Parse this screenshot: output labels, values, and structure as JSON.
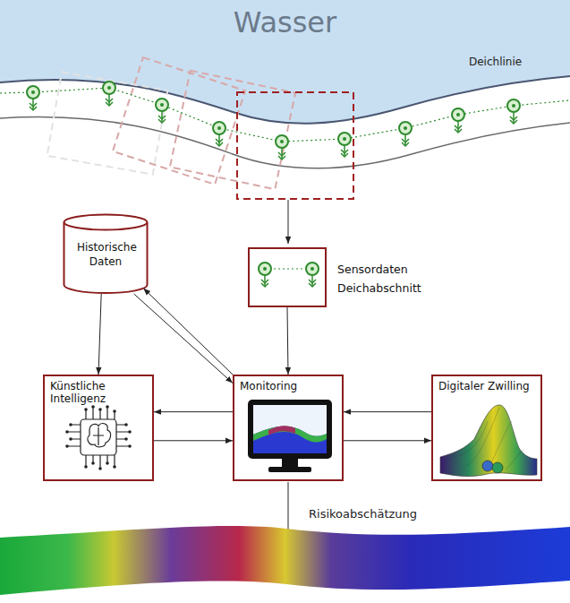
{
  "diagram": {
    "nodes": [
      {
        "text": [
          "Historische Daten"
        ]
      },
      {
        "text": [
          "Sensordaten Deichabschnitt"
        ]
      },
      {
        "text": [
          "Künstliche Intelligenz"
        ]
      },
      {
        "text": [
          "Monitoring"
        ]
      },
      {
        "text": [
          "Digitaler Zwilling"
        ]
      }
    ],
    "edges": [
      {
        "from": 0,
        "to": 2,
        "arrow": "to"
      },
      {
        "from": 0,
        "to": 3,
        "arrow": "to"
      },
      {
        "from": 3,
        "to": 0,
        "arrow": "to"
      },
      {
        "from": 1,
        "to": 3,
        "arrow": "to"
      },
      {
        "from": 3,
        "to": 2,
        "arrow": "to"
      },
      {
        "from": 2,
        "to": 3,
        "arrow": "to"
      },
      {
        "from": 4,
        "to": 3,
        "arrow": "to"
      },
      {
        "from": 3,
        "to": 4,
        "arrow": "to"
      }
    ],
    "labels": [
      "Wasser",
      "Deichlinie",
      "Risikoabschätzung"
    ]
  }
}
